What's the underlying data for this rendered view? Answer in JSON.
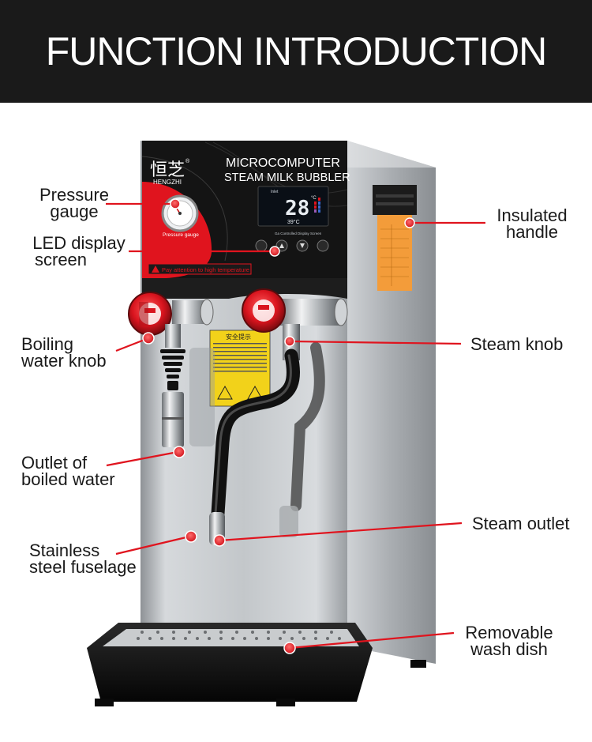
{
  "header": {
    "title": "FUNCTION INTRODUCTION"
  },
  "brand": {
    "logo_chinese": "恒芝",
    "logo_latin": "HENGZHI",
    "registered": "®"
  },
  "machine": {
    "title_line1": "MICROCOMPUTER",
    "title_line2": "STEAM MILK BUBBLER",
    "gauge_caption": "Pressure gauge",
    "warning_strip": "Pay attention to high temperature",
    "display_main": "28",
    "display_unit": "°C",
    "display_small": "39°C",
    "display_caption": "Ga Controlled Display Screen",
    "display_inlet": "Inlet",
    "caution_title": "安全提示"
  },
  "labels": {
    "pressure_gauge": [
      "Pressure",
      "gauge"
    ],
    "led_display": [
      "LED display",
      "screen"
    ],
    "boiling_knob": [
      "Boiling",
      "water knob"
    ],
    "outlet_boiled": [
      "Outlet of",
      "boiled water"
    ],
    "stainless": [
      "Stainless",
      "steel fuselage"
    ],
    "insulated": [
      "Insulated",
      "handle"
    ],
    "steam_knob": [
      "Steam knob"
    ],
    "steam_outlet": [
      "Steam outlet"
    ],
    "wash_dish": [
      "Removable",
      "wash dish"
    ]
  },
  "colors": {
    "accent": "#e0141e",
    "panel": "#141414",
    "steel": "#b8bcc0",
    "header": "#1a1a1a"
  }
}
